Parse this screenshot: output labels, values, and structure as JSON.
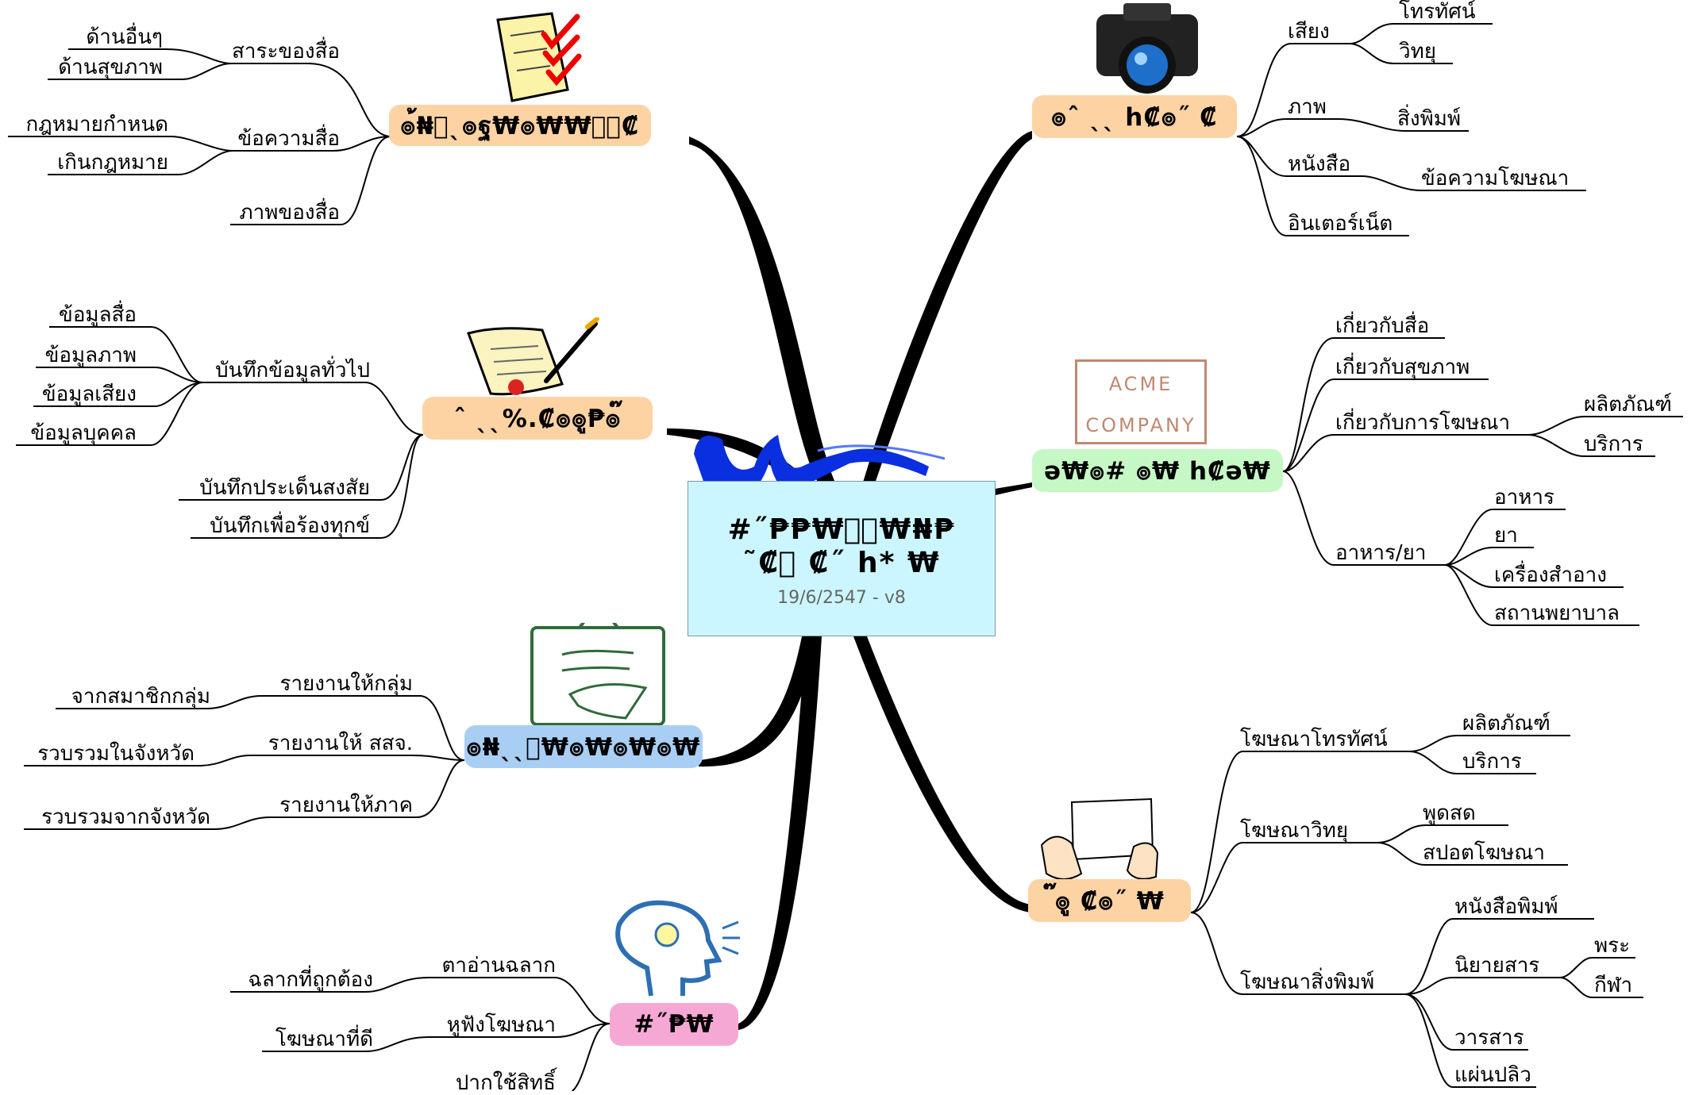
{
  "center": {
    "line1": "#˝₱₱₩ู๊₩₦₱",
    "line2": "˜₡ู ₡˝ h* ₩",
    "date": "19/6/2547 - v8"
  },
  "branches": {
    "media_content": {
      "label": "๏้₦ูˎ๏ฐ₩๏₩₩๊๋₡",
      "color": "#fdd3a4"
    },
    "records": {
      "label": "ˆ ˎˎ%.₡๏๏ู₱๏๊",
      "color": "#fdd3a4"
    },
    "report": {
      "label": "๏₦ˎˎ๊₩๏₩๏₩๏₩",
      "color": "#a9cef4"
    },
    "senses": {
      "label": "#˝₱₩",
      "color": "#f6a8d4"
    },
    "channels": {
      "label": "๏ˆ ˎˎ h₡๏˝ ₡",
      "color": "#fdd3a4"
    },
    "products": {
      "label": "ə₩๏# ๏₩ h₡ə₩",
      "color": "#c6f8c6"
    },
    "ads": {
      "label": "๊๏ู ₡๏˝ ₩",
      "color": "#fdd3a4"
    }
  },
  "nodes": {
    "content": "สาระของสื่อ",
    "other": "ด้านอื่นๆ",
    "health": "ด้านสุขภาพ",
    "message": "ข้อความสื่อ",
    "law_req": "กฎหมายกำหนด",
    "over_law": "เกินกฎหมาย",
    "image_media": "ภาพของสื่อ",
    "rec_general": "บันทึกข้อมูลทั่วไป",
    "d_media": "ข้อมูลสื่อ",
    "d_image": "ข้อมูลภาพ",
    "d_sound": "ข้อมูลเสียง",
    "d_person": "ข้อมูลบุคคล",
    "rec_doubt": "บันทึกประเด็นสงสัย",
    "rec_complain": "บันทึกเพื่อร้องทุกข์",
    "rep_group": "รายงานให้กลุ่ม",
    "from_members": "จากสมาชิกกลุ่ม",
    "rep_ssj": "รายงานให้ สสจ.",
    "collect_prov": "รวบรวมในจังหวัด",
    "rep_region": "รายงานให้ภาค",
    "collect_from": "รวบรวมจากจังหวัด",
    "eye": "ตาอ่านฉลาก",
    "label_ok": "ฉลากที่ถูกต้อง",
    "ear": "หูฟังโฆษณา",
    "good_ad": "โฆษณาที่ดี",
    "mouth": "ปากใช้สิทธิ์",
    "sound": "เสียง",
    "tv": "โทรทัศน์",
    "radio": "วิทยุ",
    "picture": "ภาพ",
    "print": "สิ่งพิมพ์",
    "book": "หนังสือ",
    "ad_text": "ข้อความโฆษณา",
    "internet": "อินเตอร์เน็ต",
    "about_media": "เกี่ยวกับสื่อ",
    "about_health": "เกี่ยวกับสุขภาพ",
    "about_ads": "เกี่ยวกับการโฆษณา",
    "product": "ผลิตภัณฑ์",
    "service": "บริการ",
    "food_drug": "อาหาร/ยา",
    "food": "อาหาร",
    "drug": "ยา",
    "cosmetic": "เครื่องสำอาง",
    "hospital": "สถานพยาบาล",
    "ad_tv": "โฆษณาโทรทัศน์",
    "ad_tv_product": "ผลิตภัณฑ์",
    "ad_tv_service": "บริการ",
    "ad_radio": "โฆษณาวิทยุ",
    "live": "พูดสด",
    "spot": "สปอตโฆษณา",
    "ad_print": "โฆษณาสิ่งพิมพ์",
    "newspaper": "หนังสือพิมพ์",
    "novel": "นิยายสาร",
    "monk": "พระ",
    "sport": "กีฬา",
    "journal": "วารสาร",
    "leaflet": "แผ่นปลิว"
  },
  "stamp": {
    "line1": "ACME",
    "line2": "COMPANY"
  },
  "colors": {
    "center_fill": "#ccf6ff",
    "connector": "#000000",
    "stamp": "#c08870"
  }
}
